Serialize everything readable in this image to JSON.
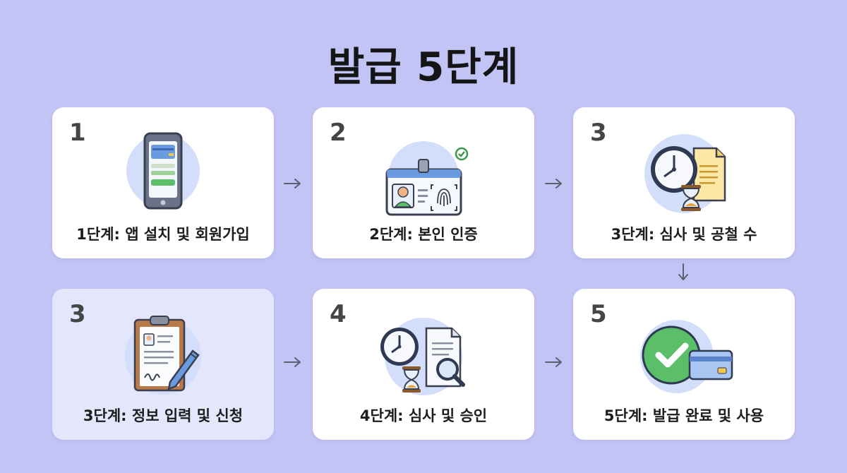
{
  "title": "발급 5단계",
  "steps": [
    {
      "number": "1",
      "label": "1단계: 앱 설치 및 회원가입",
      "icon": "smartphone-app-icon"
    },
    {
      "number": "2",
      "label": "2단계: 본인 인증",
      "icon": "id-card-fingerprint-icon"
    },
    {
      "number": "3",
      "label": "3단계: 심사 및 공철 수",
      "icon": "clock-hourglass-document-icon"
    },
    {
      "number": "3",
      "label": "3단계: 정보 입력 및 신청",
      "icon": "clipboard-pen-icon"
    },
    {
      "number": "4",
      "label": "4단계: 심사 및 승인",
      "icon": "clock-hourglass-magnifier-icon"
    },
    {
      "number": "5",
      "label": "5단계: 발급 완료 및 사용",
      "icon": "checkmark-card-icon"
    }
  ],
  "colors": {
    "background": "#c3c4f6",
    "card": "#ffffff",
    "card_tinted": "#e4e6fb",
    "icon_circle": "#d3defa",
    "check_green": "#5bbf6a"
  }
}
